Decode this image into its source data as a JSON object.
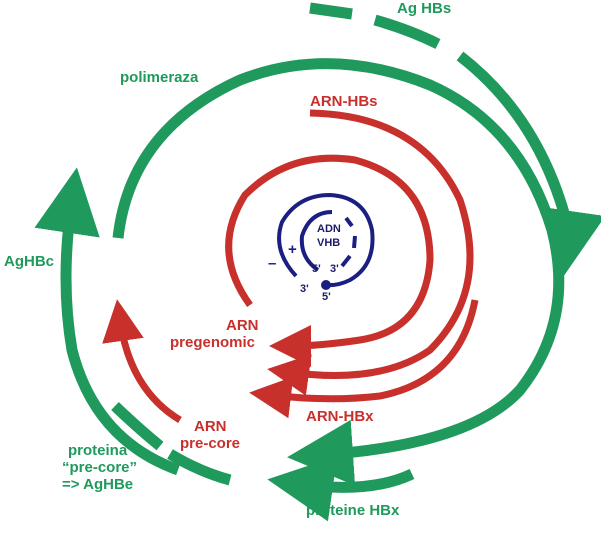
{
  "colors": {
    "protein_green": "#1f9a5c",
    "rna_red": "#c8302c",
    "dna_navy": "#1b1f82",
    "background": "#ffffff"
  },
  "labels": {
    "ag_hbs": "Ag HBs",
    "polimeraza": "polimeraza",
    "aghbc": "AgHBc",
    "arn_hbs": "ARN-HBs",
    "arn_pregenomic_line1": "ARN",
    "arn_pregenomic_line2": "pregenomic",
    "arn_hbx": "ARN-HBx",
    "arn_precore_line1": "ARN",
    "arn_precore_line2": "pre-core",
    "proteina_line1": "proteina",
    "proteina_line2": "“pre-core”",
    "proteina_line3": "=> AgHBe",
    "proteine_hbx": "proteine HBx"
  },
  "dna": {
    "label_line1": "ADN",
    "label_line2": "VHB",
    "plus": "+",
    "minus": "–",
    "five_prime_a": "5'",
    "three_prime_a": "3'",
    "three_prime_b": "3'",
    "five_prime_b": "5'"
  }
}
